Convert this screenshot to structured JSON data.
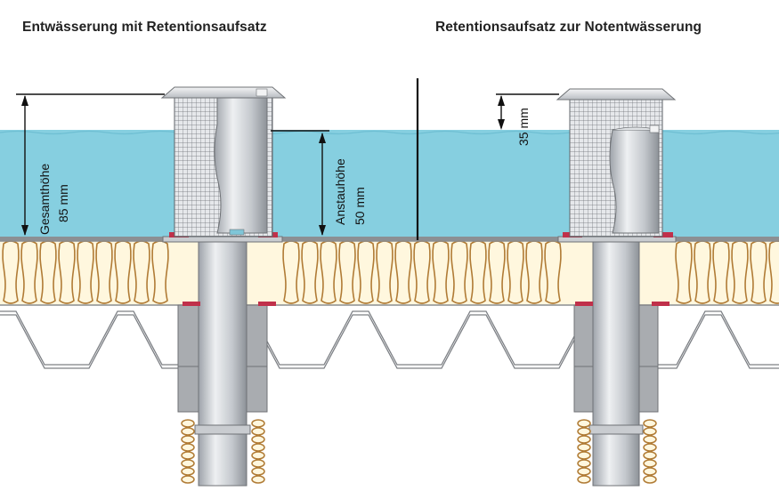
{
  "titles": {
    "left": "Entwässerung mit Retentionsaufsatz",
    "right": "Retentionsaufsatz zur Notentwässerung"
  },
  "dimensions": {
    "total_height_label": "Gesamthöhe",
    "total_height_value": "85 mm",
    "retention_height_label": "Anstauhöhe",
    "retention_height_value": "50 mm",
    "overflow_gap_value": "35 mm"
  },
  "colors": {
    "water": "#86cfe0",
    "insulation_fill": "#fff7de",
    "insulation_line": "#b07b35",
    "metal": "#b8bcc2",
    "gasket": "#c0304a",
    "grey_pipe": "#a9acb0"
  }
}
